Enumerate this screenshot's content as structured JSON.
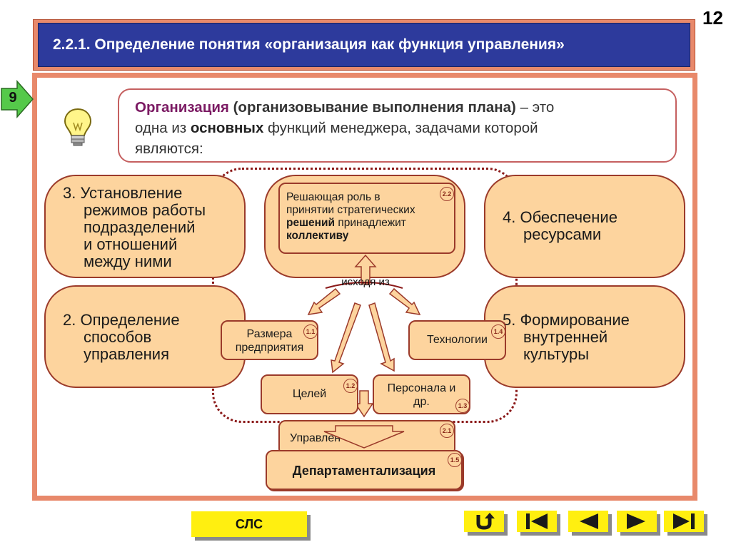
{
  "page_number": "12",
  "header": {
    "title": "2.2.1. Определение понятия «организация как функция управления»"
  },
  "nav_marker": {
    "label": "9"
  },
  "definition": {
    "term": "Организация",
    "paren": "(организовывание выполнения плана)",
    "rest1": " – это",
    "line2a": "одна из ",
    "line2b": "основных",
    "line2c": " функций менеджера, задачами которой",
    "line3": "являются:"
  },
  "tasks": {
    "t3": [
      "3. Установление",
      "режимов работы",
      "подразделений",
      "и отношений",
      "между ними"
    ],
    "t2": [
      "2. Определение",
      "способов",
      "управления"
    ],
    "t4": [
      "4. Обеспечение",
      "ресурсами"
    ],
    "t5": [
      "5. Формирование",
      "внутренней",
      "культуры"
    ]
  },
  "center": {
    "decisive": {
      "line1": "Решающая роль в",
      "line2": "принятии стратегических",
      "line3a": "решений",
      "line3b": " принадлежит",
      "line4": "коллективу",
      "badge": "2.2"
    },
    "based_on": "исходя из",
    "size": {
      "line1": "Размера",
      "line2": "предприятия",
      "badge": "1.1"
    },
    "tech": {
      "label": "Технологии",
      "badge": "1.4"
    },
    "goals": {
      "label": "Целей",
      "badge": "1.2"
    },
    "staff": {
      "line1": "Персонала и",
      "line2": "др.",
      "badge": "1.3"
    },
    "management": {
      "label": "Управлен",
      "badge": "2.1"
    },
    "depart": {
      "label": "Департаментализация",
      "badge": "1.5"
    }
  },
  "footer": {
    "sls_label": "СЛС",
    "nav": [
      "return-icon",
      "first-icon",
      "prev-icon",
      "next-icon",
      "last-icon"
    ]
  },
  "colors": {
    "title_bg": "#2d3a9c",
    "frame": "#e8896b",
    "box_fill": "#fdd49e",
    "box_border": "#9b3a2a",
    "button": "#ffef10"
  }
}
